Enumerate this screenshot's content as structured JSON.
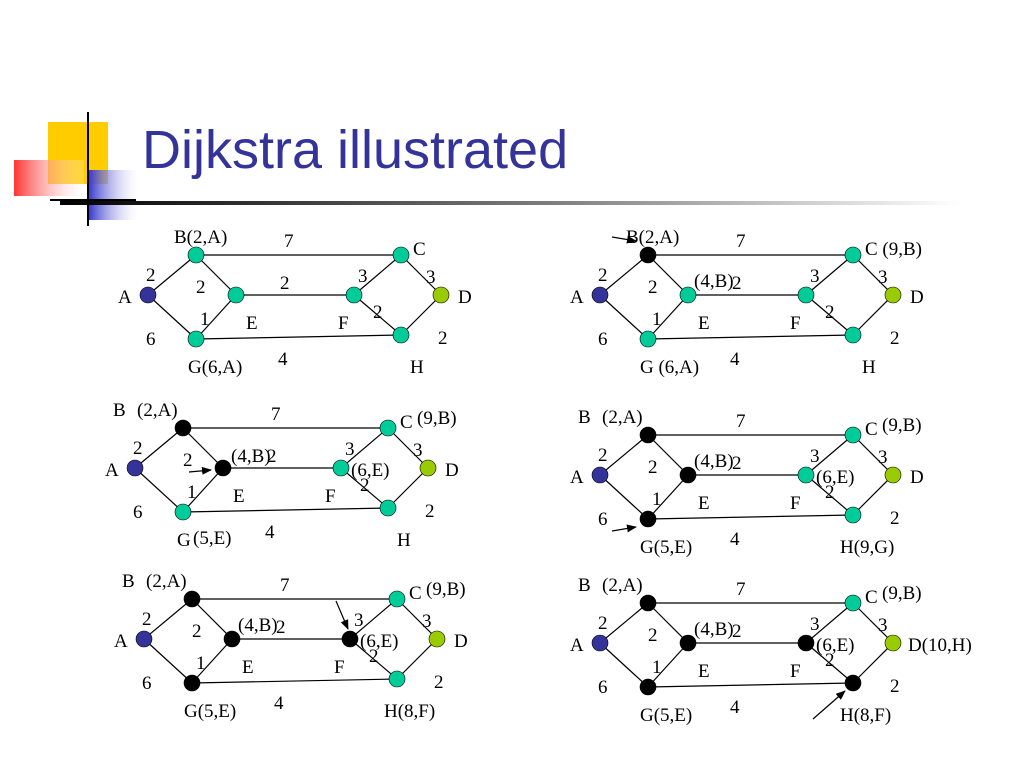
{
  "slide": {
    "title": "Dijkstra illustrated",
    "title_color": "#333399"
  },
  "colors": {
    "node_source": "#333399",
    "node_frontier": "#00CC99",
    "node_visited": "#000000",
    "node_target": "#99CC00",
    "edge": "#000000",
    "deco_yellow": "#FFCC00",
    "deco_red": "#FF3333",
    "deco_blue": "#3333CC"
  },
  "graph": {
    "edge_weights": [
      {
        "from": "A",
        "to": "B",
        "weight": "2"
      },
      {
        "from": "A",
        "to": "G",
        "weight": "6"
      },
      {
        "from": "B",
        "to": "E",
        "weight": "2"
      },
      {
        "from": "B",
        "to": "C",
        "weight": "7"
      },
      {
        "from": "G",
        "to": "E",
        "weight": "1"
      },
      {
        "from": "G",
        "to": "H",
        "weight": "4"
      },
      {
        "from": "E",
        "to": "F",
        "weight": "2"
      },
      {
        "from": "F",
        "to": "C",
        "weight": "3"
      },
      {
        "from": "F",
        "to": "H",
        "weight": "2"
      },
      {
        "from": "C",
        "to": "D",
        "weight": "3"
      },
      {
        "from": "H",
        "to": "D",
        "weight": "2"
      }
    ]
  },
  "panels": [
    {
      "step": 1,
      "node_states": {
        "A": "source",
        "B": "frontier",
        "C": "frontier",
        "D": "target",
        "E": "frontier",
        "F": "frontier",
        "G": "frontier",
        "H": "frontier"
      },
      "node_labels": {
        "A": "A",
        "B": "B(2,A)",
        "C": "C",
        "D": "D",
        "E": "E",
        "F": "F",
        "G": "G(6,A)",
        "H": "H"
      },
      "arrow_to": null
    },
    {
      "step": 2,
      "node_states": {
        "A": "source",
        "B": "visited",
        "C": "frontier",
        "D": "target",
        "E": "frontier",
        "F": "frontier",
        "G": "frontier",
        "H": "frontier"
      },
      "node_labels": {
        "A": "A",
        "B": "B(2,A)",
        "C": "C (9,B)",
        "D": "D",
        "E": "E",
        "F": "F",
        "G": "G (6,A)",
        "H": "H",
        "E_dist": "(4,B)"
      },
      "arrow_to": "B"
    },
    {
      "step": 3,
      "node_states": {
        "A": "source",
        "B": "visited",
        "C": "frontier",
        "D": "target",
        "E": "visited",
        "F": "frontier",
        "G": "frontier",
        "H": "frontier"
      },
      "node_labels": {
        "A": "A",
        "B": "B",
        "B_dist": "(2,A)",
        "C": "C",
        "C_dist": "(9,B)",
        "D": "D",
        "E": "E",
        "E_dist": "(4,B)",
        "F": "F",
        "F_dist": "(6,E)",
        "G": "G",
        "G_dist": "(5,E)",
        "H": "H"
      },
      "arrow_to": "E"
    },
    {
      "step": 4,
      "node_states": {
        "A": "source",
        "B": "visited",
        "C": "frontier",
        "D": "target",
        "E": "visited",
        "F": "frontier",
        "G": "visited",
        "H": "frontier"
      },
      "node_labels": {
        "A": "A",
        "B": "B",
        "B_dist": "(2,A)",
        "C": "C",
        "C_dist": "(9,B)",
        "D": "D",
        "E": "E",
        "E_dist": "(4,B)",
        "F": "F",
        "F_dist": "(6,E)",
        "G": "G(5,E)",
        "H": "H(9,G)"
      },
      "arrow_to": "G"
    },
    {
      "step": 5,
      "node_states": {
        "A": "source",
        "B": "visited",
        "C": "frontier",
        "D": "target",
        "E": "visited",
        "F": "visited",
        "G": "visited",
        "H": "frontier"
      },
      "node_labels": {
        "A": "A",
        "B": "B",
        "B_dist": "(2,A)",
        "C": "C",
        "C_dist": "(9,B)",
        "D": "D",
        "E": "E",
        "E_dist": "(4,B)",
        "F": "F",
        "F_dist": "(6,E)",
        "G": "G(5,E)",
        "H": "H(8,F)"
      },
      "arrow_to": "F"
    },
    {
      "step": 6,
      "node_states": {
        "A": "source",
        "B": "visited",
        "C": "frontier",
        "D": "target",
        "E": "visited",
        "F": "visited",
        "G": "visited",
        "H": "visited"
      },
      "node_labels": {
        "A": "A",
        "B": "B",
        "B_dist": "(2,A)",
        "C": "C",
        "C_dist": "(9,B)",
        "D": "D(10,H)",
        "E": "E",
        "E_dist": "(4,B)",
        "F": "F",
        "F_dist": "(6,E)",
        "G": "G(5,E)",
        "H": "H(8,F)"
      },
      "arrow_to": "H"
    }
  ]
}
